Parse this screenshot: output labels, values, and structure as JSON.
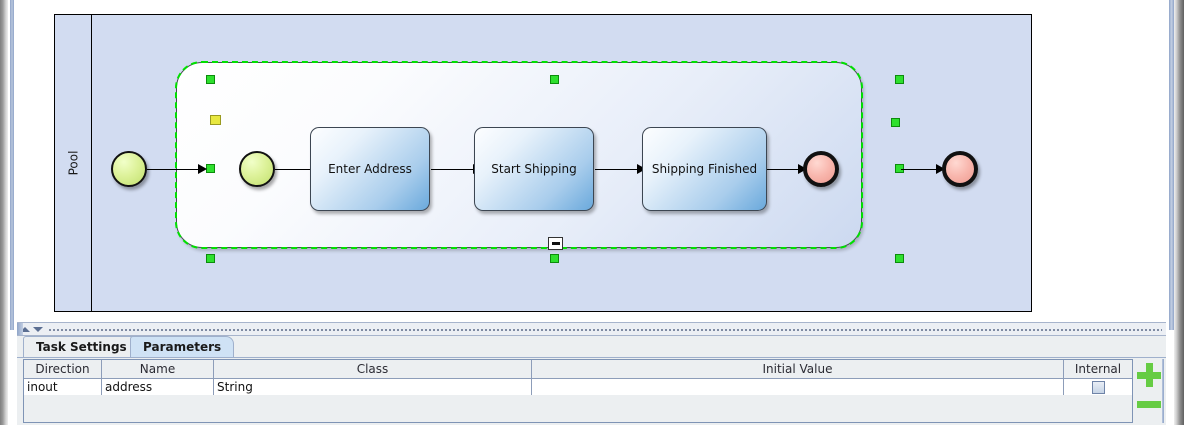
{
  "window": {
    "left_rail": "collapsed-palette-rail",
    "right_scrollbar": "vertical-scrollbar"
  },
  "canvas": {
    "name": "bpmn-diagram-canvas",
    "pool": {
      "label": "Pool",
      "background": "#d2dcf1",
      "border": "#000000"
    },
    "subprocess": {
      "selected": true,
      "selection_color": "#00e000",
      "collapse_marker": "minus",
      "handles": [
        "nw",
        "n",
        "ne",
        "w-yellow",
        "w",
        "e",
        "sw",
        "s",
        "se"
      ]
    },
    "nodes": [
      {
        "id": "start-outer",
        "type": "start-event",
        "label": ""
      },
      {
        "id": "start-inner",
        "type": "start-event",
        "label": ""
      },
      {
        "id": "task-enter-address",
        "type": "task",
        "label": "Enter Address"
      },
      {
        "id": "task-start-shipping",
        "type": "task",
        "label": "Start Shipping"
      },
      {
        "id": "task-shipping-finished",
        "type": "task",
        "label": "Shipping Finished"
      },
      {
        "id": "end-inner",
        "type": "end-event",
        "label": ""
      },
      {
        "id": "end-outer",
        "type": "end-event",
        "label": ""
      }
    ],
    "colors": {
      "start_event": "#c2e06d",
      "end_event": "#ef9b90",
      "task_fill": "#6aa9dc",
      "connector": "#000000"
    }
  },
  "divider": {
    "collapse_up_icon": "triangle-up-icon",
    "collapse_down_icon": "triangle-down-icon"
  },
  "bottom_panel": {
    "tabs": [
      {
        "label": "Task Settings",
        "active": false
      },
      {
        "label": "Parameters",
        "active": true
      }
    ],
    "table": {
      "columns": [
        "Direction",
        "Name",
        "Class",
        "Initial Value",
        "Internal"
      ],
      "rows": [
        {
          "direction": "inout",
          "name": "address",
          "class": "String",
          "initial_value": "",
          "internal": false
        }
      ]
    },
    "buttons": {
      "add_label": "+",
      "remove_label": "−",
      "add_icon": "plus-icon",
      "remove_icon": "minus-icon",
      "accent": "#66cc44"
    }
  }
}
